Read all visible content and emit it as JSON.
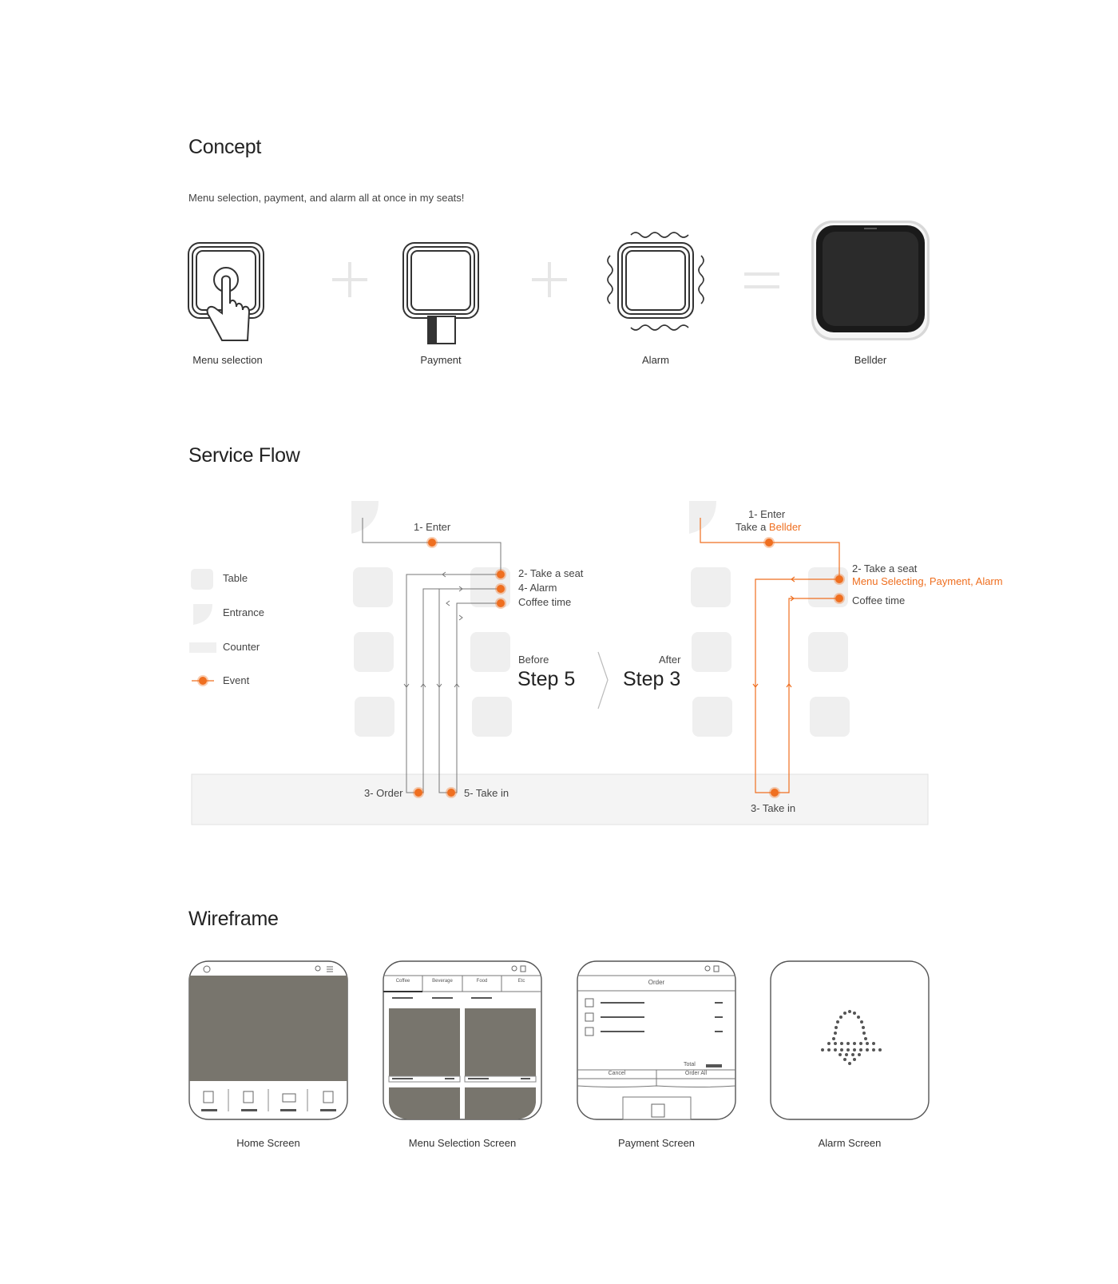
{
  "concept": {
    "title": "Concept",
    "subtitle": "Menu selection, payment, and alarm all at once in my seats!",
    "items": [
      {
        "label": "Menu selection",
        "icon": "touch-device-icon"
      },
      {
        "label": "Payment",
        "icon": "card-device-icon"
      },
      {
        "label": "Alarm",
        "icon": "vibrate-device-icon"
      },
      {
        "label": "Bellder",
        "icon": "bellder-product-icon"
      }
    ],
    "operators": [
      "+",
      "+",
      "="
    ]
  },
  "service_flow": {
    "title": "Service Flow",
    "legend": [
      {
        "label": "Table"
      },
      {
        "label": "Entrance"
      },
      {
        "label": "Counter"
      },
      {
        "label": "Event"
      }
    ],
    "before": {
      "caption": "Before",
      "step": "Step 5",
      "events": {
        "enter": "1- Enter",
        "seat": "2- Take a seat",
        "alarm": "4- Alarm",
        "coffee": "Coffee time",
        "order": "3- Order",
        "takein": "5- Take in"
      }
    },
    "after": {
      "caption": "After",
      "step": "Step 3",
      "events": {
        "enter": "1- Enter",
        "enter_prefix": "Take a ",
        "enter_highlight": "Bellder",
        "seat": "2- Take a seat",
        "seat_detail": "Menu Selecting, Payment, Alarm",
        "coffee": "Coffee time",
        "takein": "3- Take in"
      }
    },
    "colors": {
      "accent": "#ef6f20",
      "line": "#777777",
      "table": "#efefef",
      "counter": "#f4f4f4"
    }
  },
  "wireframe": {
    "title": "Wireframe",
    "screens": [
      {
        "label": "Home Screen"
      },
      {
        "label": "Menu Selection Screen",
        "tabs": [
          "Coffee",
          "Beverage",
          "Food",
          "Etc"
        ]
      },
      {
        "label": "Payment Screen",
        "header": "Order",
        "total": "Total",
        "buttons": [
          "Cancel",
          "Order All"
        ]
      },
      {
        "label": "Alarm Screen"
      }
    ]
  }
}
